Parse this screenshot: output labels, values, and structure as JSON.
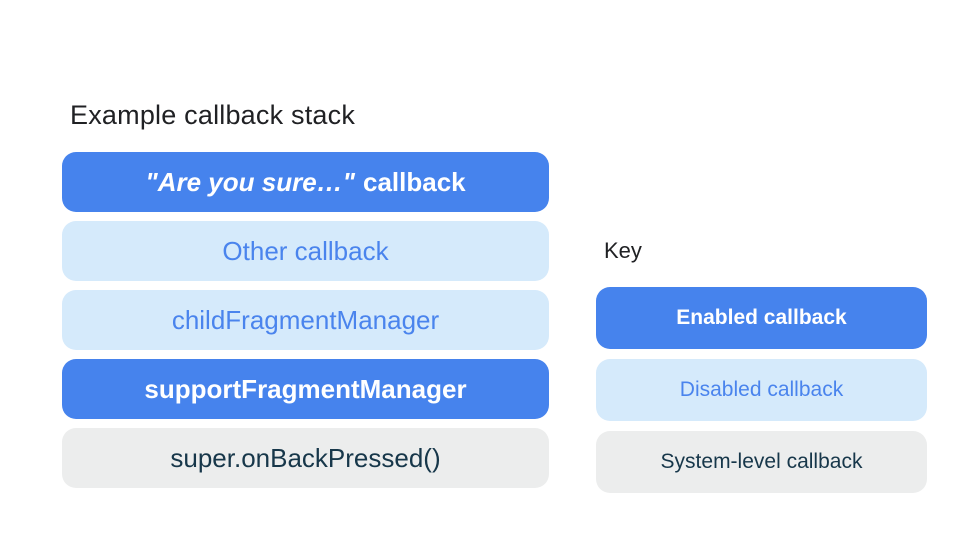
{
  "colors": {
    "enabled_bg": "#4683ED",
    "disabled_bg": "#D5EAFB",
    "system_bg": "#ECEDED",
    "enabled_text": "#FFFFFF",
    "disabled_text": "#4A84ED",
    "system_text": "#17374A",
    "heading_text": "#202124",
    "page_bg": "#FFFFFF"
  },
  "stack": {
    "title": "Example callback stack",
    "items": [
      {
        "label_italic": "\"Are you sure…\"",
        "label_rest": "callback",
        "type": "enabled"
      },
      {
        "label": "Other callback",
        "type": "disabled"
      },
      {
        "label": "childFragmentManager",
        "type": "disabled"
      },
      {
        "label": "supportFragmentManager",
        "type": "enabled"
      },
      {
        "label": "super.onBackPressed()",
        "type": "system"
      }
    ]
  },
  "key": {
    "title": "Key",
    "items": [
      {
        "label": "Enabled callback",
        "type": "enabled"
      },
      {
        "label": "Disabled callback",
        "type": "disabled"
      },
      {
        "label": "System-level callback",
        "type": "system"
      }
    ]
  }
}
